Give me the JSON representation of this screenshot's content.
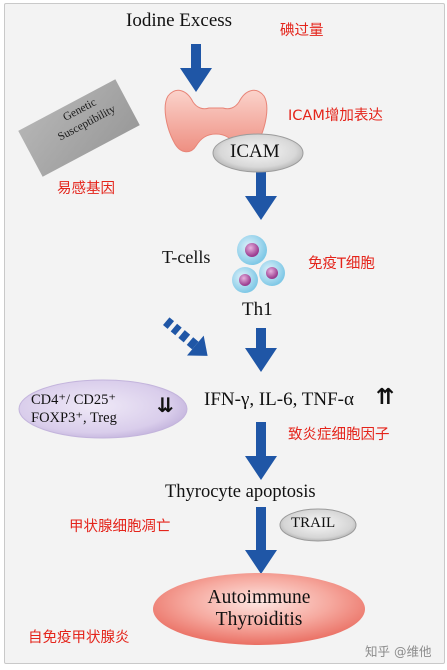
{
  "diagram": {
    "trigger": "Iodine Excess",
    "trigger_cn": "碘过量",
    "icam": "ICAM",
    "icam_cn": "ICAM增加表达",
    "genetic_line1": "Genetic",
    "genetic_line2": "Susceptibility",
    "genetic_cn": "易感基因",
    "tcells": "T-cells",
    "tcells_cn": "免疫T细胞",
    "th1": "Th1",
    "treg_line1": "CD4⁺/ CD25⁺",
    "treg_line2": "FOXP3⁺, Treg",
    "treg_arrows": "⇊",
    "cytokines": "IFN-γ, IL-6, TNF-α",
    "cytokines_arrows": "⇈",
    "cytokines_cn": "致炎症细胞因子",
    "apoptosis": "Thyrocyte apoptosis",
    "apoptosis_cn": "甲状腺细胞凋亡",
    "trail": "TRAIL",
    "outcome_line1": "Autoimmune",
    "outcome_line2": "Thyroiditis",
    "outcome_cn": "自免疫甲状腺炎"
  },
  "watermark": "知乎 @维他",
  "colors": {
    "arrow": "#1f56a6",
    "annotation": "#e4241b",
    "thyroid": "#f2a39a",
    "treg_fill": "#ddd3ee",
    "outcome_fill": "#f07d72"
  }
}
